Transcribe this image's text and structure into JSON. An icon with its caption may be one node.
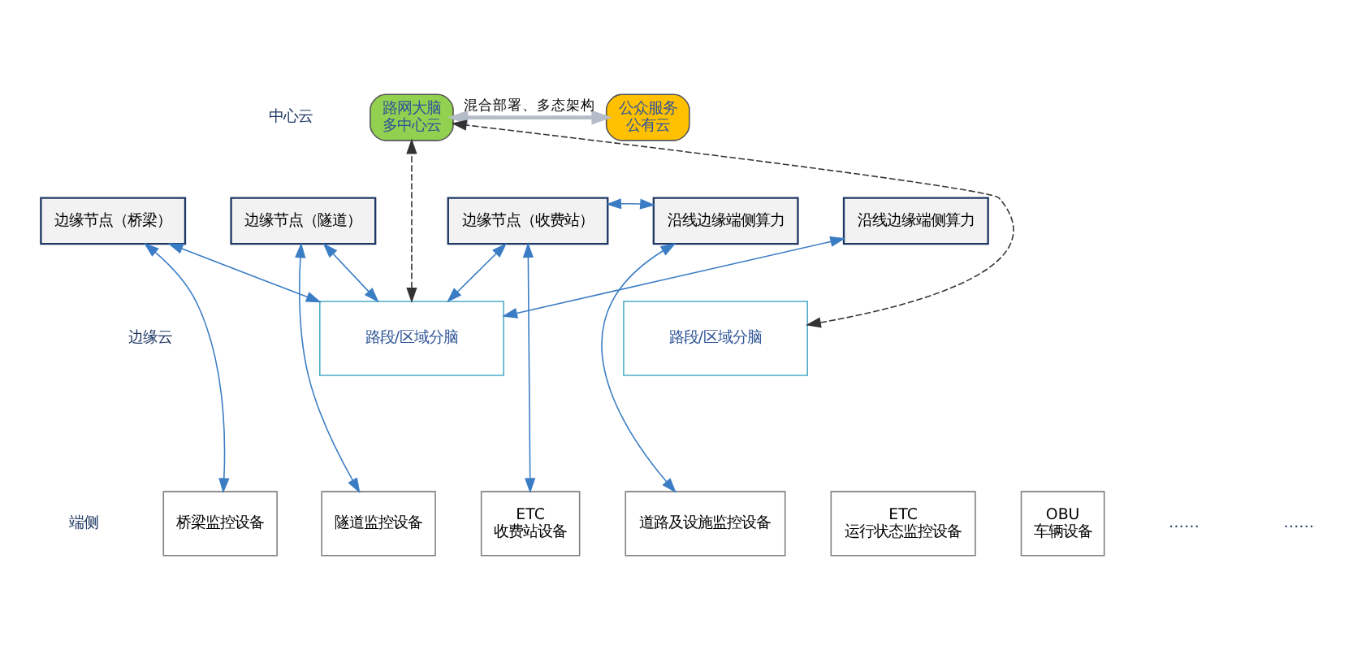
{
  "diagram": {
    "nodes": [
      {
        "text": [
          "路网大脑",
          "多中心云"
        ]
      },
      {
        "text": [
          "公众服务",
          "公有云"
        ]
      },
      {
        "text": [
          "路段/区域分脑"
        ]
      },
      {
        "text": [
          "路段/区域分脑"
        ]
      },
      {
        "text": [
          "边缘节点（桥梁）"
        ]
      },
      {
        "text": [
          "边缘节点（隧道）"
        ]
      },
      {
        "text": [
          "边缘节点（收费站）"
        ]
      },
      {
        "text": [
          "沿线边缘端侧算力"
        ]
      },
      {
        "text": [
          "沿线边缘端侧算力"
        ]
      },
      {
        "text": [
          "桥梁监控设备"
        ]
      },
      {
        "text": [
          "隧道监控设备"
        ]
      },
      {
        "text": [
          "ETC",
          "收费站设备"
        ]
      },
      {
        "text": [
          "道路及设施监控设备"
        ]
      },
      {
        "text": [
          "ETC",
          "运行状态监控设备"
        ]
      },
      {
        "text": [
          "OBU",
          "车辆设备"
        ]
      }
    ],
    "edges": [
      {
        "from": 0,
        "to": 1,
        "arrow": "both",
        "label": "混合部署、多态架构",
        "style": "thick",
        "color": "#b4bcc8"
      },
      {
        "from": 2,
        "to": 0,
        "arrow": "both",
        "style": "dashed",
        "color": "#333333"
      },
      {
        "from": 3,
        "to": 0,
        "arrow": "both",
        "style": "dashed",
        "color": "#333333"
      },
      {
        "from": 4,
        "to": 2,
        "arrow": "both"
      },
      {
        "from": 5,
        "to": 2,
        "arrow": "both"
      },
      {
        "from": 6,
        "to": 2,
        "arrow": "both"
      },
      {
        "from": 8,
        "to": 2,
        "arrow": "both"
      },
      {
        "from": 6,
        "to": 7,
        "arrow": "both"
      },
      {
        "from": 4,
        "to": 9,
        "arrow": "both"
      },
      {
        "from": 5,
        "to": 10,
        "arrow": "both"
      },
      {
        "from": 6,
        "to": 11,
        "arrow": "both"
      },
      {
        "from": 7,
        "to": 12,
        "arrow": "both"
      }
    ],
    "labels": [
      "中心云",
      "边缘云",
      "端侧",
      "……",
      "……"
    ]
  }
}
